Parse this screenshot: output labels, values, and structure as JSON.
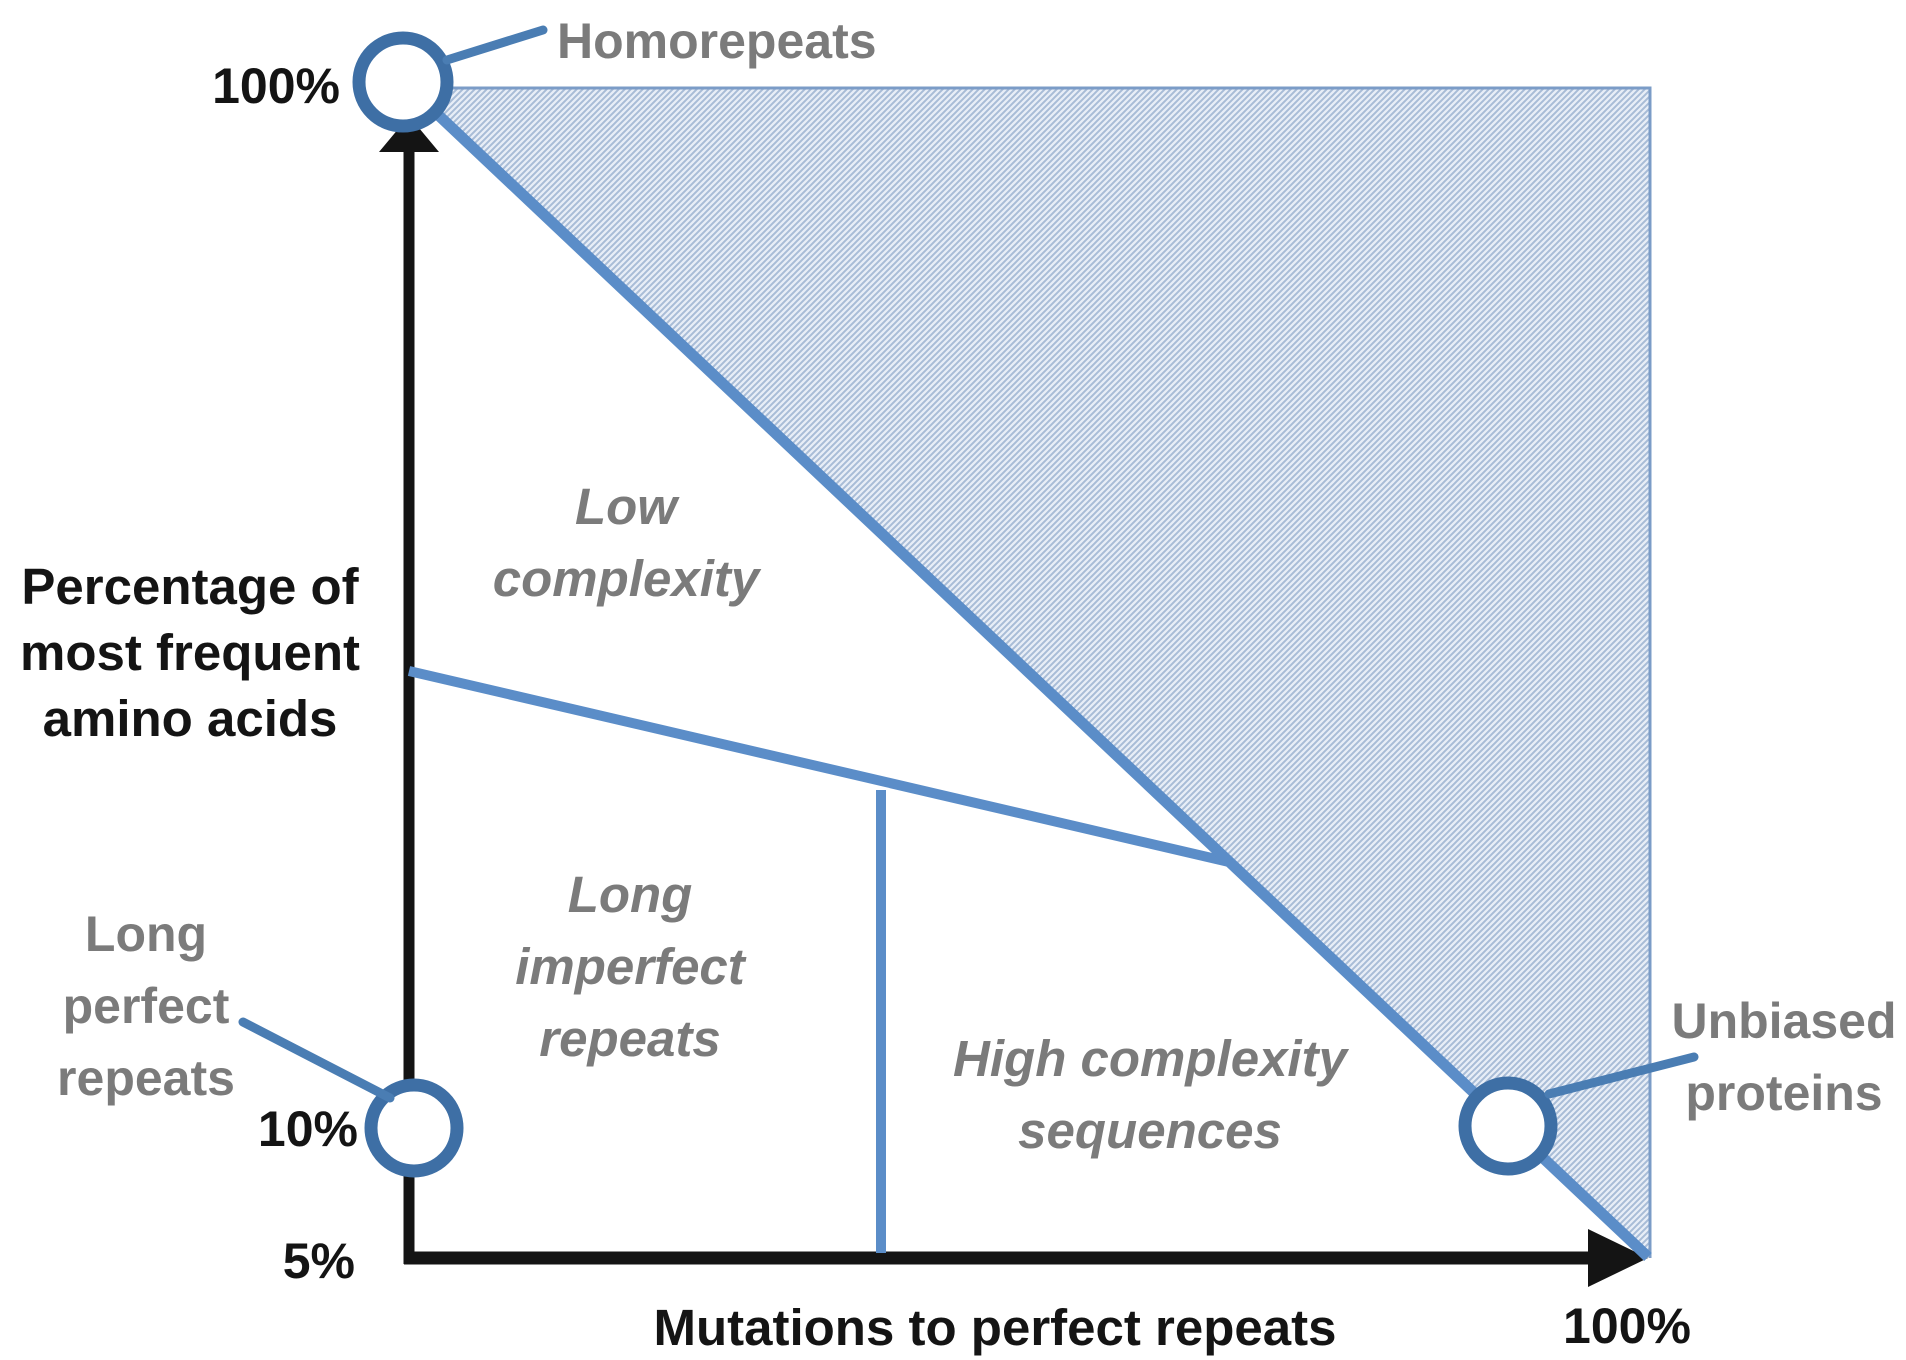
{
  "colors": {
    "line_blue": "#5b8dc8",
    "circle_blue": "#3e6fa5",
    "callout_blue": "#4a7db3",
    "hatch_border": "#7b9cc7",
    "hatch_bg": "#e8eef7",
    "hatch_stripe": "#a8bcd7",
    "gray_text": "#7b7b7b",
    "axis_black": "#141414"
  },
  "y_axis": {
    "label_lines": [
      "Percentage of",
      "most frequent",
      "amino acids"
    ],
    "tick_100": "100%",
    "tick_10": "10%",
    "tick_5": "5%"
  },
  "x_axis": {
    "label": "Mutations to perfect repeats",
    "tick_100": "100%"
  },
  "callouts": {
    "homorepeats": {
      "label": "Homorepeats"
    },
    "long_perfect_repeats": {
      "lines": [
        "Long",
        "perfect",
        "repeats"
      ]
    },
    "unbiased_proteins": {
      "lines": [
        "Unbiased",
        "proteins"
      ]
    }
  },
  "regions": {
    "low_complexity": {
      "lines": [
        "Low",
        "complexity"
      ]
    },
    "long_imperfect_repeats": {
      "lines": [
        "Long",
        "imperfect",
        "repeats"
      ]
    },
    "high_complexity_sequences": {
      "lines": [
        "High complexity",
        "sequences"
      ]
    }
  }
}
